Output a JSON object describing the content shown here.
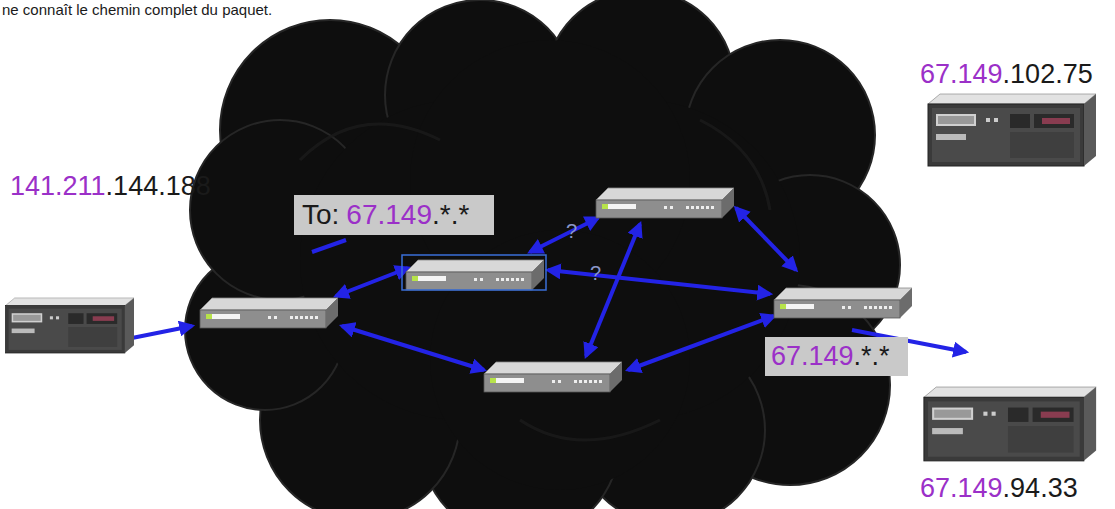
{
  "diagram": {
    "nodes": [
      {
        "text": [
          "To:",
          "67.149",
          ".*.*"
        ]
      },
      {
        "text": [
          "67.149",
          ".*.*"
        ]
      }
    ],
    "labels": [
      "ne connaît le chemin complet du paquet.",
      "141.211",
      ".144.188",
      "67.149",
      ".102.75",
      "67.149",
      ".94.33",
      "?",
      "?"
    ]
  }
}
